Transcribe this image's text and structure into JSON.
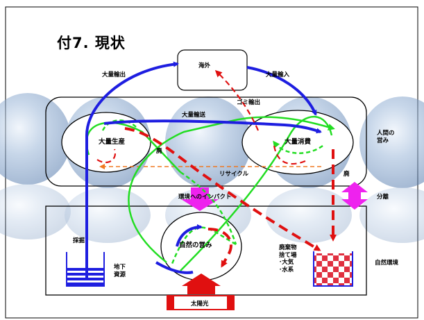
{
  "slide": {
    "title": "付7. 現状",
    "labels": {
      "overseas": "海外",
      "mass_export": "大量輸出",
      "mass_import": "大量輸入",
      "garbage_export": "ゴミ輸出",
      "mass_transport": "大量輸送",
      "mass_production": "大量生産",
      "mass_consumption": "大量消費",
      "human_activity": "人間の\n営み",
      "recycle": "リサイクル",
      "discard_left": "廃",
      "discard_right": "廃",
      "environmental_impact": "環境へのインパクト",
      "separation": "分離",
      "extraction": "採掘",
      "nature_activity": "自然の営み",
      "waste_site": "廃棄物\n捨て場\n･大気\n･水系",
      "natural_environment": "自然環境",
      "underground_resources": "地下\n資源",
      "sunlight": "太陽光"
    }
  },
  "colors": {
    "blue_flow": "#1e1ee0",
    "green_flow": "#22dd22",
    "red_flow": "#e01010",
    "orange_recycle": "#f07820",
    "magenta_arrow": "#ee22ee",
    "sun_box": "#e01010"
  }
}
